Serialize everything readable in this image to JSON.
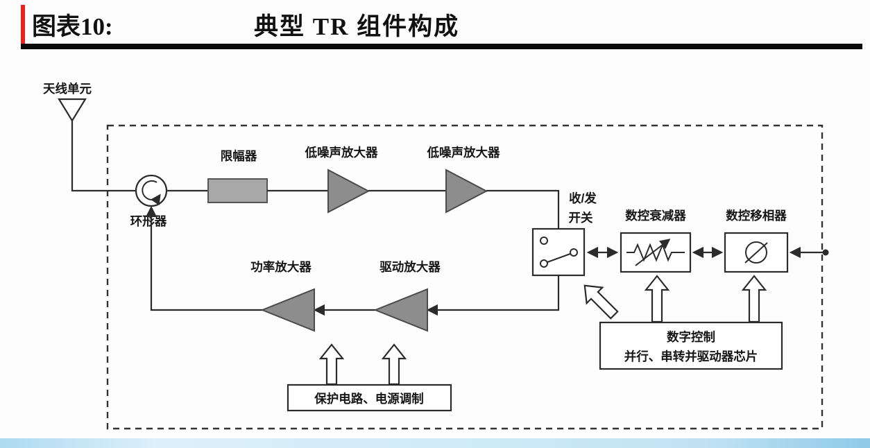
{
  "header": {
    "label": "图表10:",
    "title": "典型 TR 组件构成"
  },
  "diagram": {
    "antenna": "天线单元",
    "circulator": "环形器",
    "limiter": "限幅器",
    "lna1": "低噪声放大器",
    "lna2": "低噪声放大器",
    "switch_line1": "收/发",
    "switch_line2": "开关",
    "attenuator": "数控衰减器",
    "phase_shifter": "数控移相器",
    "power_amp": "功率放大器",
    "driver_amp": "驱动放大器",
    "protection": "保护电路、电源调制",
    "digital_control_line1": "数字控制",
    "digital_control_line2": "并行、串转并驱动器芯片"
  },
  "colors": {
    "accent_red": "#e8241d",
    "title_rule": "#0a0a0a",
    "amplifier_fill": "#8d8d8d",
    "limiter_fill": "#a8a8a8",
    "line": "#2b2b2b",
    "footer_blue": "#bfe2f3"
  }
}
